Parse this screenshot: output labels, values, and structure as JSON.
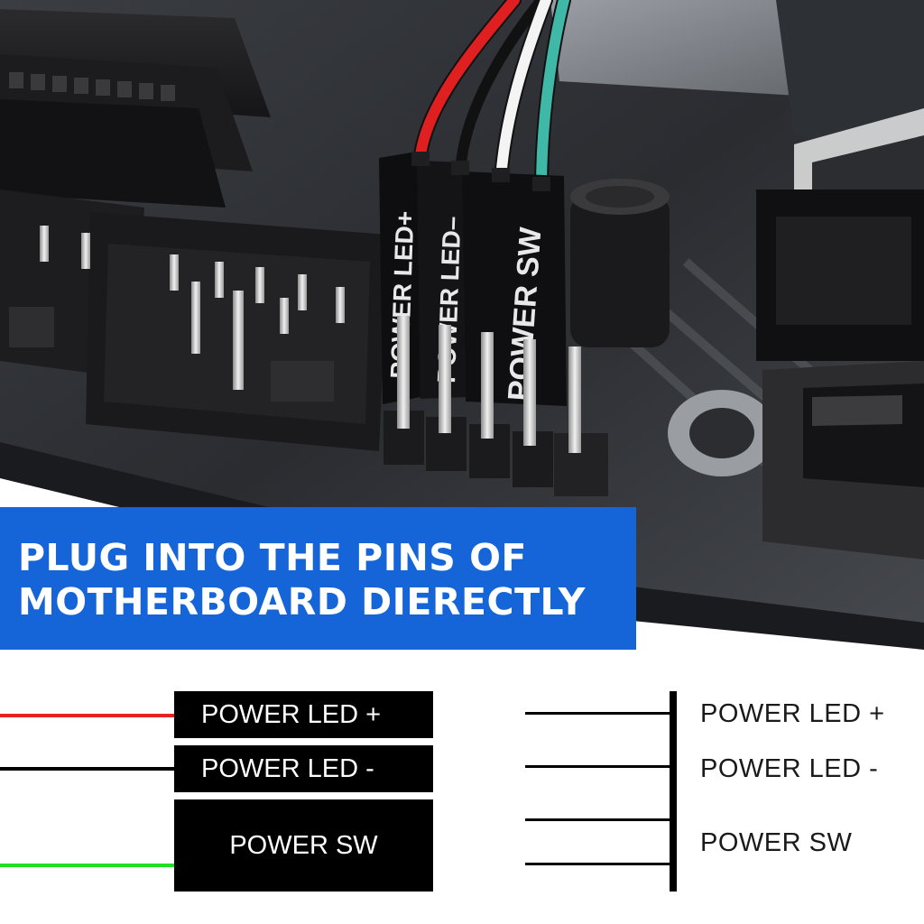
{
  "banner": {
    "line1": "PLUG INTO THE PINS OF",
    "line2": "MOTHERBOARD DIERECTLY",
    "color": "#1565d8"
  },
  "photo": {
    "connector_labels": [
      "POWER LED+",
      "POWER LED–",
      "POWER SW"
    ],
    "wire_colors": [
      "#e02020",
      "#111111",
      "#f2f2f2",
      "#3fb8a8"
    ]
  },
  "wire_diagram": {
    "rows": [
      {
        "label": "POWER LED +",
        "wire_color": "#e52222"
      },
      {
        "label": "POWER LED -",
        "wire_color": "#000000"
      },
      {
        "label": "POWER SW",
        "wire_color": "#22dd22"
      }
    ]
  },
  "pin_diagram": {
    "labels": [
      "POWER LED +",
      "POWER LED -",
      "POWER SW"
    ]
  }
}
